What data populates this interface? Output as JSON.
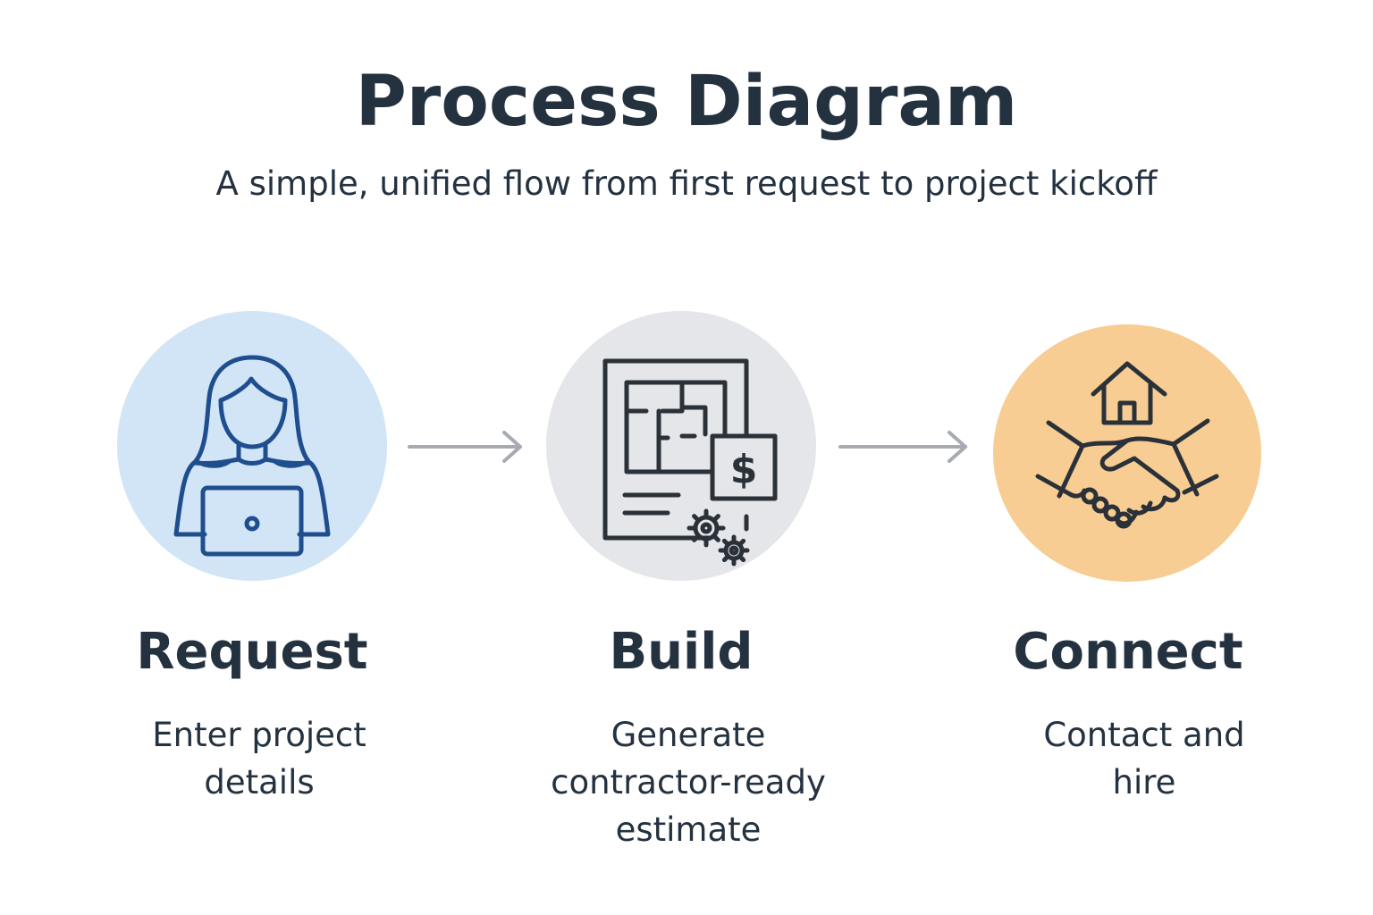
{
  "title": "Process Diagram",
  "subtitle": "A simple, unified flow from first request to project kickoff",
  "colors": {
    "text": "#243240",
    "request_circle": "#d1e5f6",
    "request_icon": "#1f4e8f",
    "build_circle": "#e4e6e9",
    "build_icon": "#2b3138",
    "connect_circle": "#f7cd93",
    "connect_icon": "#2b3138",
    "arrow": "#a7abb1"
  },
  "steps": [
    {
      "title": "Request",
      "description": "Enter project\ndetails",
      "icon": "person-laptop-icon"
    },
    {
      "title": "Build",
      "description": "Generate\ncontractor-ready\nestimate",
      "icon": "blueprint-estimate-icon"
    },
    {
      "title": "Connect",
      "description": "Contact and\nhire",
      "icon": "handshake-house-icon"
    }
  ]
}
